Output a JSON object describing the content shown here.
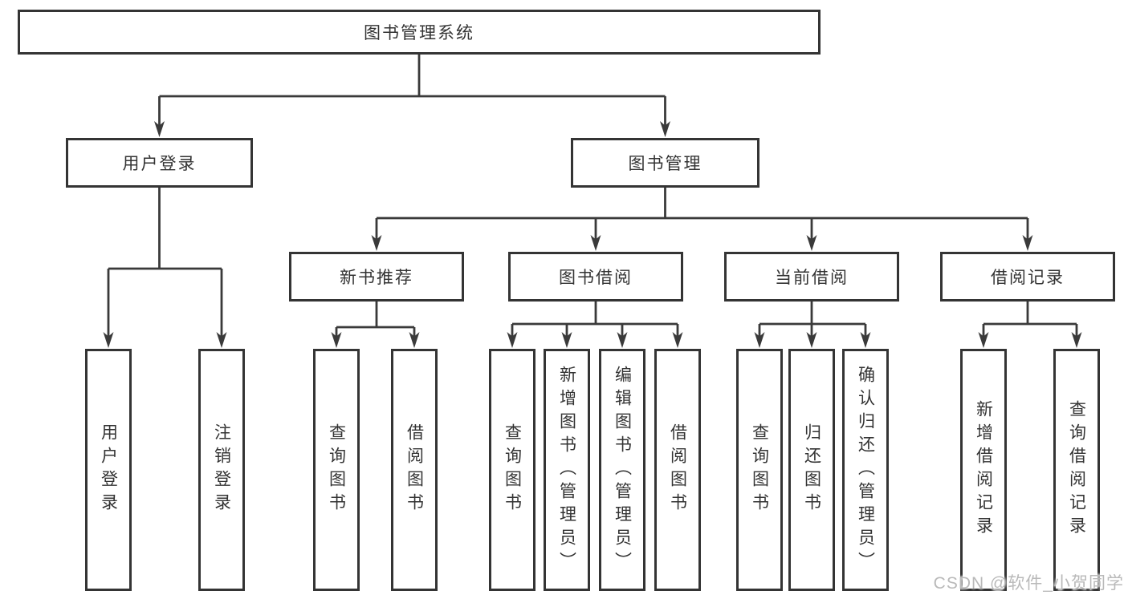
{
  "tree": {
    "root": "图书管理系统",
    "children": [
      {
        "label": "用户登录",
        "children": [
          {
            "label": "用户登录"
          },
          {
            "label": "注销登录"
          }
        ]
      },
      {
        "label": "图书管理",
        "children": [
          {
            "label": "新书推荐",
            "children": [
              {
                "label": "查询图书"
              },
              {
                "label": "借阅图书"
              }
            ]
          },
          {
            "label": "图书借阅",
            "children": [
              {
                "label": "查询图书"
              },
              {
                "label": "新增图书（管理员）"
              },
              {
                "label": "编辑图书（管理员）"
              },
              {
                "label": "借阅图书"
              }
            ]
          },
          {
            "label": "当前借阅",
            "children": [
              {
                "label": "查询图书"
              },
              {
                "label": "归还图书"
              },
              {
                "label": "确认归还（管理员）"
              }
            ]
          },
          {
            "label": "借阅记录",
            "children": [
              {
                "label": "新增借阅记录"
              },
              {
                "label": "查询借阅记录"
              }
            ]
          }
        ]
      }
    ]
  },
  "watermark": {
    "text": "CSDN @软件_小贺同学"
  },
  "colors": {
    "line": "#3a3a3a",
    "box_border": "#343434",
    "text": "#333333",
    "watermark": "#b9b9b9",
    "background": "#ffffff"
  }
}
